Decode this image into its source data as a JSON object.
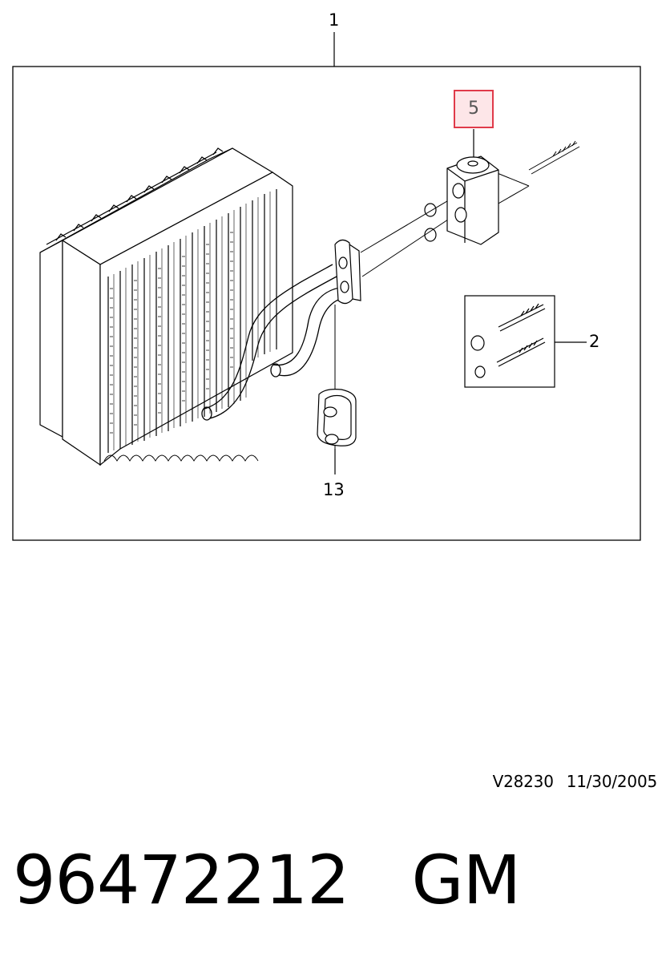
{
  "callouts": {
    "c1": "1",
    "c2": "2",
    "c5": "5",
    "c13": "13"
  },
  "reference": {
    "code": "V28230",
    "date": "11/30/2005"
  },
  "part": {
    "number": "96472212",
    "brand": "GM"
  },
  "colors": {
    "highlight_border": "#e03a4a",
    "highlight_fill": "#fde6e8",
    "line": "#000000"
  }
}
